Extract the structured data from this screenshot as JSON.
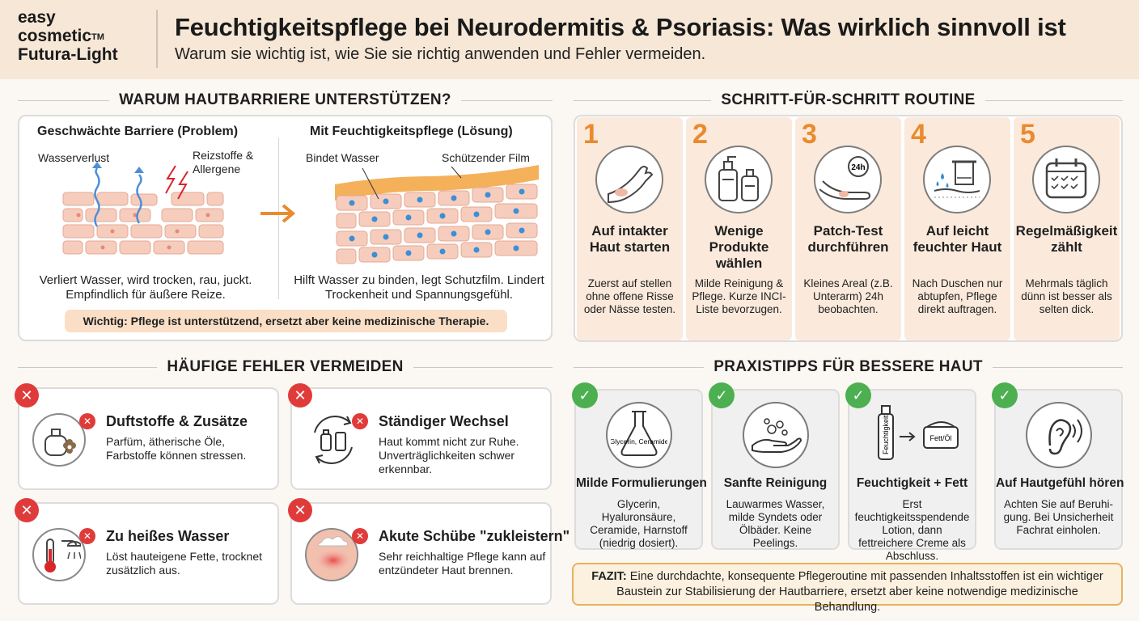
{
  "header": {
    "logo_line1": "easy",
    "logo_line2": "cosmetic",
    "logo_tm": "TM",
    "logo_line3": "Futura-Light",
    "title": "Feuchtigkeitspflege bei Neurodermitis & Psoriasis: Was wirklich sinnvoll ist",
    "subtitle": "Warum sie wichtig ist, wie Sie sie richtig anwenden und Fehler vermeiden."
  },
  "barrier": {
    "heading": "WARUM HAUTBARRIERE UNTERSTÜTZEN?",
    "problem_title": "Geschwächte Barriere (Problem)",
    "problem_label_water": "Wasserverlust",
    "problem_label_irritants": "Reizstoffe & Allergene",
    "problem_caption": "Verliert Wasser, wird trocken, rau, juckt. Empfindlich für äußere Reize.",
    "solution_title": "Mit Feuchtigkeitspflege (Lösung)",
    "solution_label_water": "Bindet Wasser",
    "solution_label_film": "Schützender Film",
    "solution_caption": "Hilft Wasser zu binden, legt Schutzfilm. Lindert Trockenheit und Spannungsgefühl.",
    "note": "Wichtig: Pflege ist unterstützend, ersetzt aber keine medizinische Therapie."
  },
  "routine": {
    "heading": "SCHRITT-FÜR-SCHRITT ROUTINE",
    "steps": [
      {
        "num": "1",
        "icon": "arm-skin-icon",
        "title": "Auf intakter Haut starten",
        "desc": "Zuerst auf stellen ohne offene Risse oder Nässe testen."
      },
      {
        "num": "2",
        "icon": "bottles-icon",
        "title": "Wenige Produkte wählen",
        "desc": "Milde Reinigung & Pflege. Kurze INCI-Liste bevorzugen."
      },
      {
        "num": "3",
        "icon": "patch-test-icon",
        "badge": "24h",
        "title": "Patch-Test durchführen",
        "desc": "Kleines Areal (z.B. Unterarm) 24h beobachten."
      },
      {
        "num": "4",
        "icon": "towel-icon",
        "title": "Auf leicht feuchter Haut",
        "desc": "Nach Duschen nur abtupfen, Pflege direkt auftragen."
      },
      {
        "num": "5",
        "icon": "calendar-icon",
        "title": "Regelmäßigkeit zählt",
        "desc": "Mehrmals täglich dünn ist besser als selten dick."
      }
    ]
  },
  "mistakes": {
    "heading": "HÄUFIGE FEHLER VERMEIDEN",
    "items": [
      {
        "icon": "perfume-icon",
        "title": "Duftstoffe & Zusätze",
        "desc": "Parfüm, ätherische Öle, Farbstoffe können stressen."
      },
      {
        "icon": "product-switch-icon",
        "title": "Ständiger Wechsel",
        "desc": "Haut kommt nicht zur Ruhe. Unverträglichkeiten schwer erkennbar."
      },
      {
        "icon": "hot-water-icon",
        "title": "Zu heißes Wasser",
        "desc": "Löst hauteigene Fette, trocknet zusätzlich aus."
      },
      {
        "icon": "inflamed-skin-icon",
        "title": "Akute Schübe \"zukleistern\"",
        "desc": "Sehr reichhaltige Pflege kann auf entzündeter Haut brennen."
      }
    ]
  },
  "tips": {
    "heading": "PRAXISTIPPS FÜR BESSERE HAUT",
    "items": [
      {
        "icon": "flask-icon",
        "icon_text": "Glycerin, Ceramide",
        "title": "Milde Formulierungen",
        "desc": "Glycerin, Hyaluronsäure, Ceramide, Harnstoff (niedrig dosiert)."
      },
      {
        "icon": "washing-hands-icon",
        "title": "Sanfte Reinigung",
        "desc": "Lauwarmes Wasser, milde Syndets oder Ölbäder. Keine Peelings."
      },
      {
        "icon": "lotion-cream-icon",
        "icon_text_a": "Feuchtigkeit",
        "icon_text_b": "Fett/Öl",
        "title": "Feuchtigkeit + Fett",
        "desc": "Erst feuchtigkeitsspendende Lotion, dann fettreichere Creme als Abschluss."
      },
      {
        "icon": "ear-icon",
        "title": "Auf Hautgefühl hören",
        "desc": "Achten Sie auf Beruhi-gung. Bei Unsicherheit Fachrat einholen."
      }
    ],
    "fazit_label": "FAZIT:",
    "fazit_text": "Eine durchdachte, konsequente Pflegeroutine mit passenden Inhaltsstoffen ist ein wichtiger Baustein zur Stabilisierung der Hautbarriere, ersetzt aber keine notwendige medizinische Behandlung."
  },
  "colors": {
    "accent": "#ea8a2e",
    "error": "#e03b3b",
    "ok": "#4caf50",
    "header_bg": "#f6e7d6",
    "step_bg": "#fbeadb"
  }
}
